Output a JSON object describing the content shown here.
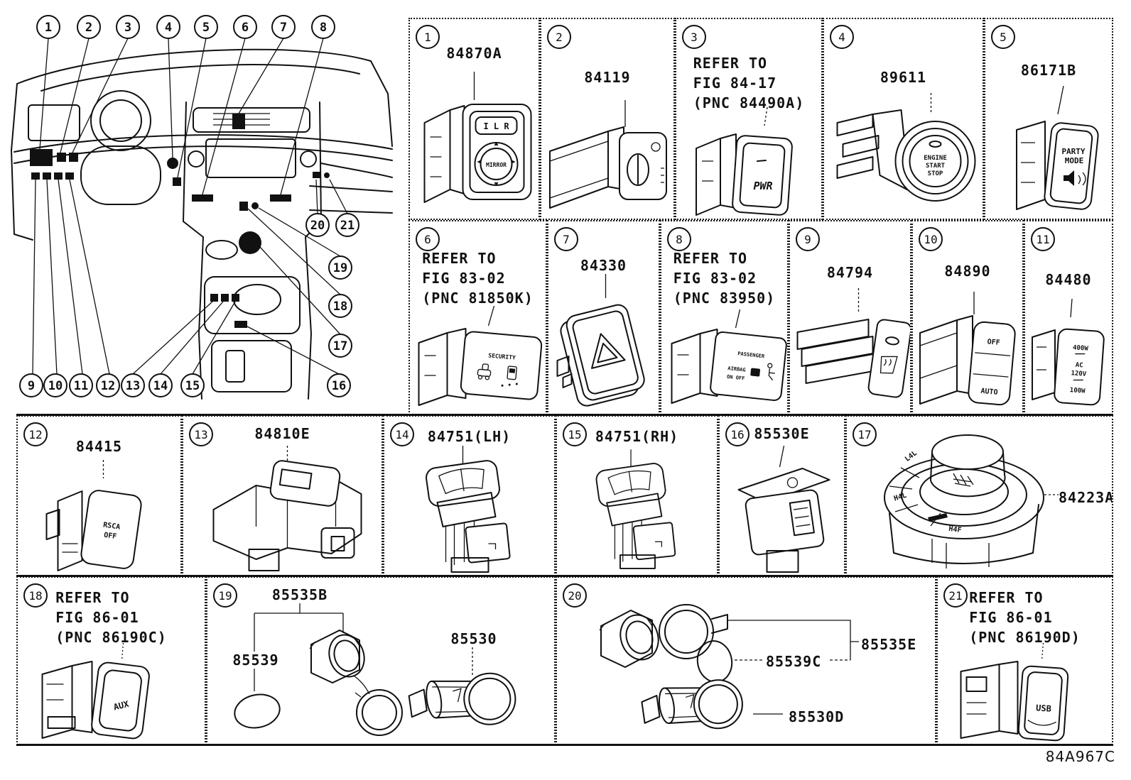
{
  "page": {
    "corner_code": "84A967C"
  },
  "dash": {
    "callouts": [
      "1",
      "2",
      "3",
      "4",
      "5",
      "6",
      "7",
      "8",
      "9",
      "10",
      "11",
      "12",
      "13",
      "14",
      "15",
      "16",
      "17",
      "18",
      "19",
      "20",
      "21"
    ]
  },
  "cells": {
    "c1": {
      "num": "1",
      "part": "84870A",
      "face_top": "I L R",
      "face_dial": "MIRROR"
    },
    "c2": {
      "num": "2",
      "part": "84119"
    },
    "c3": {
      "num": "3",
      "refer": [
        "REFER TO",
        "FIG 84-17",
        "(PNC 84490A)"
      ],
      "face": "PWR"
    },
    "c4": {
      "num": "4",
      "part": "89611",
      "face": [
        "ENGINE",
        "START",
        "STOP"
      ]
    },
    "c5": {
      "num": "5",
      "part": "86171B",
      "face": [
        "PARTY",
        "MODE"
      ]
    },
    "c6": {
      "num": "6",
      "refer": [
        "REFER TO",
        "FIG 83-02",
        "(PNC 81850K)"
      ],
      "face": "SECURITY"
    },
    "c7": {
      "num": "7",
      "part": "84330"
    },
    "c8": {
      "num": "8",
      "refer": [
        "REFER TO",
        "FIG 83-02",
        "(PNC 83950)"
      ],
      "face": [
        "PASSENGER",
        "AIRBAG",
        "ON  OFF"
      ]
    },
    "c9": {
      "num": "9",
      "part": "84794"
    },
    "c10": {
      "num": "10",
      "part": "84890",
      "face": [
        "OFF",
        "AUTO"
      ]
    },
    "c11": {
      "num": "11",
      "part": "84480",
      "face": [
        "400W",
        "AC",
        "120V",
        "100W"
      ]
    },
    "c12": {
      "num": "12",
      "part": "84415",
      "face": [
        "RSCA",
        "OFF"
      ]
    },
    "c13": {
      "num": "13",
      "part": "84810E"
    },
    "c14": {
      "num": "14",
      "part": "84751(LH)"
    },
    "c15": {
      "num": "15",
      "part": "84751(RH)"
    },
    "c16": {
      "num": "16",
      "part": "85530E"
    },
    "c17": {
      "num": "17",
      "part": "84223A",
      "dial": [
        "L4L",
        "H4L",
        "H4F"
      ]
    },
    "c18": {
      "num": "18",
      "refer": [
        "REFER TO",
        "FIG 86-01",
        "(PNC 86190C)"
      ],
      "face": "AUX"
    },
    "c19": {
      "num": "19",
      "parts": {
        "holder": "85535B",
        "cap": "85539",
        "socket": "85530"
      }
    },
    "c20": {
      "num": "20",
      "parts": {
        "holder": "85535E",
        "cap": "85539C",
        "socket": "85530D"
      }
    },
    "c21": {
      "num": "21",
      "refer": [
        "REFER TO",
        "FIG 86-01",
        "(PNC 86190D)"
      ],
      "face": "USB"
    }
  }
}
